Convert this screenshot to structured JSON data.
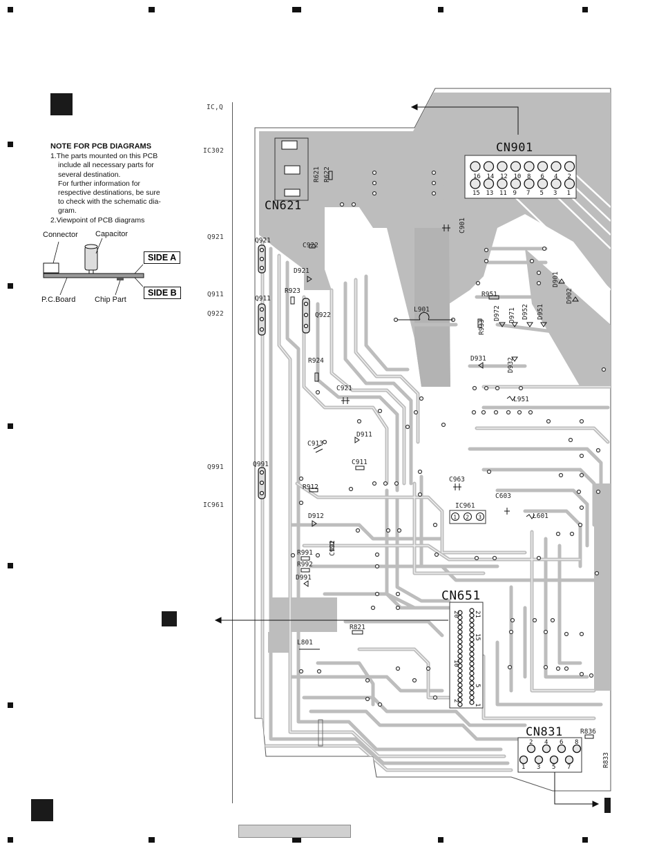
{
  "note": {
    "title": "NOTE FOR PCB DIAGRAMS",
    "item1": "1.The parts mounted on this PCB\ninclude all necessary parts for\nseveral destination.\nFor further information for\nrespective destinations, be sure\nto check with the schematic dia-\ngram.",
    "item2": "2.Viewpoint of PCB diagrams"
  },
  "legend": {
    "connector": "Connector",
    "capacitor": "Capacitor",
    "pcboard": "P.C.Board",
    "chip": "Chip Part",
    "side_a": "SIDE A",
    "side_b": "SIDE B"
  },
  "ruler": [
    "IC,Q",
    "IC302",
    "Q921",
    "Q911",
    "Q922",
    "Q991",
    "IC961"
  ],
  "connectors": {
    "cn901": "CN901",
    "cn621": "CN621",
    "cn651": "CN651",
    "cn831": "CN831",
    "cn901_top_pins": [
      "16",
      "14",
      "12",
      "10",
      "8",
      "6",
      "4",
      "2"
    ],
    "cn901_bottom_pins": [
      "15",
      "13",
      "11",
      "9",
      "7",
      "5",
      "3",
      "1"
    ],
    "cn651_pins": [
      "20",
      "21",
      "15",
      "10",
      "5",
      "2",
      "1"
    ],
    "cn831_top_pins": [
      "2",
      "4",
      "6",
      "8"
    ],
    "cn831_bottom_pins": [
      "1",
      "3",
      "5",
      "7"
    ]
  },
  "parts": [
    "Q921",
    "C922",
    "D921",
    "R923",
    "Q911",
    "Q922",
    "R924",
    "C921",
    "D911",
    "C913",
    "Q991",
    "C911",
    "R912",
    "D912",
    "C992",
    "R991",
    "R992",
    "D991",
    "R821",
    "L801",
    "R621",
    "R622",
    "C901",
    "L901",
    "R951",
    "D901",
    "D902",
    "R933",
    "D972",
    "D971",
    "D952",
    "D951",
    "D931",
    "D932",
    "L951",
    "C963",
    "IC961",
    "C603",
    "L601",
    "R836",
    "R833"
  ],
  "ic961_pins": [
    "1",
    "2",
    "3"
  ],
  "colors": {
    "copper": "#bdbdbd",
    "trace_outline": "#6f6f6f",
    "ink": "#111111"
  }
}
